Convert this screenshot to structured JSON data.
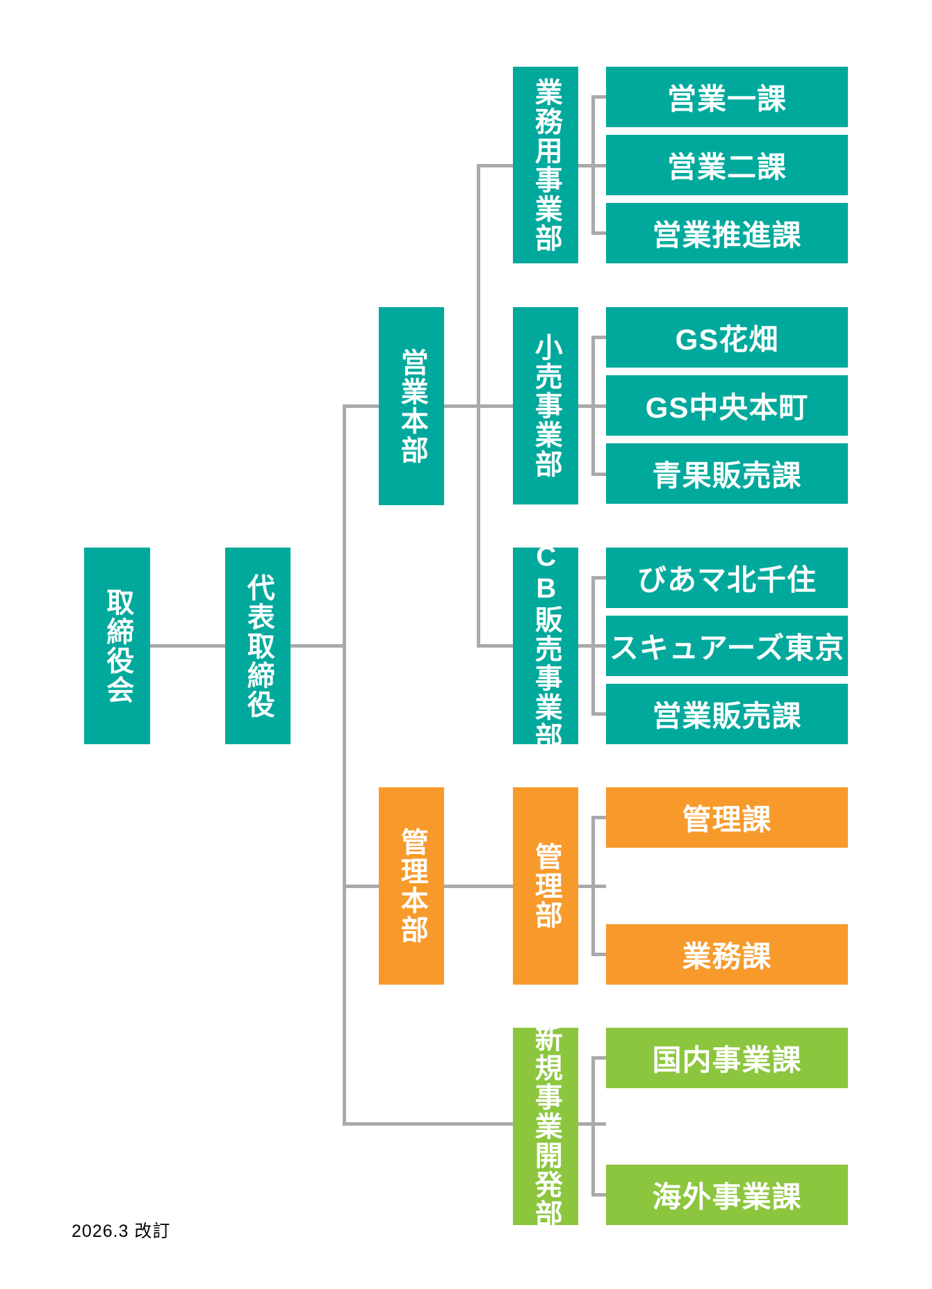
{
  "palette": {
    "teal": "#00A99C",
    "orange": "#F79A2B",
    "green": "#8CC63E",
    "line": "#A9A9A9",
    "box_text": "#FFFFFF",
    "note_text": "#000000"
  },
  "note": "2026.3 改訂",
  "org": {
    "board": {
      "label": "取締役会",
      "color": "teal"
    },
    "president": {
      "label": "代表取締役",
      "color": "teal"
    },
    "headquarters": [
      {
        "label": "営業本部",
        "color": "teal",
        "departments": [
          {
            "label": "業務用事業部",
            "color": "teal",
            "sections": [
              {
                "label": "営業一課",
                "color": "teal"
              },
              {
                "label": "営業二課",
                "color": "teal"
              },
              {
                "label": "営業推進課",
                "color": "teal"
              }
            ]
          },
          {
            "label": "小売事業部",
            "color": "teal",
            "sections": [
              {
                "label": "GS花畑",
                "color": "teal"
              },
              {
                "label": "GS中央本町",
                "color": "teal"
              },
              {
                "label": "青果販売課",
                "color": "teal"
              }
            ]
          },
          {
            "label": "CB販売事業部",
            "color": "teal",
            "sections": [
              {
                "label": "びあマ北千住",
                "color": "teal"
              },
              {
                "label": "スキュアーズ東京",
                "color": "teal"
              },
              {
                "label": "営業販売課",
                "color": "teal"
              }
            ]
          }
        ]
      },
      {
        "label": "管理本部",
        "color": "orange",
        "departments": [
          {
            "label": "管理部",
            "color": "orange",
            "sections": [
              {
                "label": "管理課",
                "color": "orange"
              },
              {
                "label": "業務課",
                "color": "orange"
              }
            ]
          }
        ]
      },
      {
        "label": "新規事業開発部",
        "color": "green",
        "sections": [
          {
            "label": "国内事業課",
            "color": "green"
          },
          {
            "label": "海外事業課",
            "color": "green"
          }
        ]
      }
    ]
  }
}
